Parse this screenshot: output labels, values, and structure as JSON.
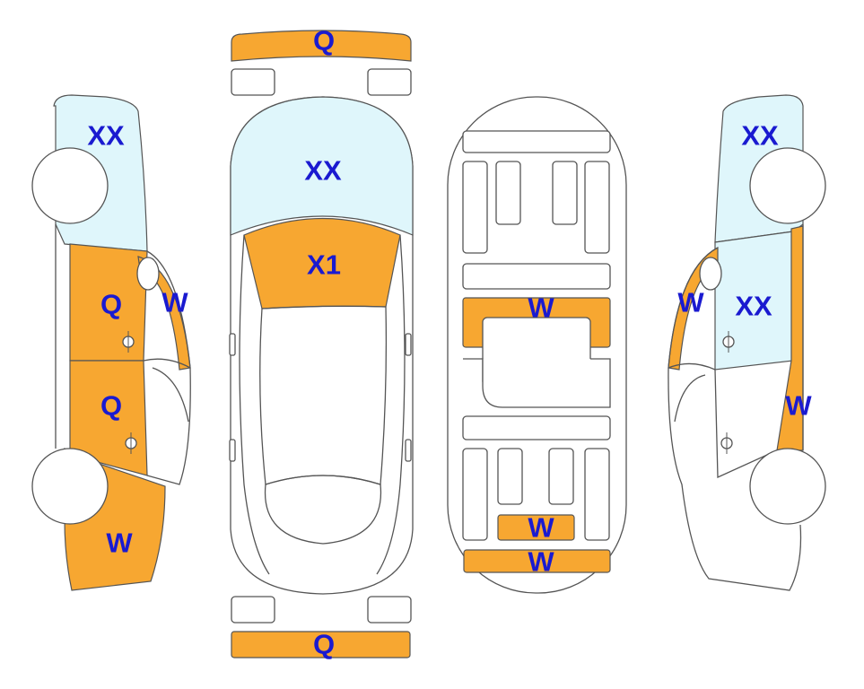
{
  "colors": {
    "damage": "#f7a731",
    "glass": "#dff6fb",
    "outline": "#555555",
    "label": "#1a1ad0",
    "background": "#ffffff"
  },
  "labels": {
    "front_bumper": "Q",
    "rear_bumper": "Q",
    "windshield": "XX",
    "hood": "X1",
    "left_front_fender": "XX",
    "left_front_door": "Q",
    "left_a_pillar": "W",
    "left_rear_door": "Q",
    "left_rear_quarter": "W",
    "floor_crossmember": "W",
    "floor_rear_small": "W",
    "floor_rear_panel": "W",
    "right_front_fender": "XX",
    "right_a_pillar": "W",
    "right_front_door": "XX",
    "right_rocker": "W"
  }
}
